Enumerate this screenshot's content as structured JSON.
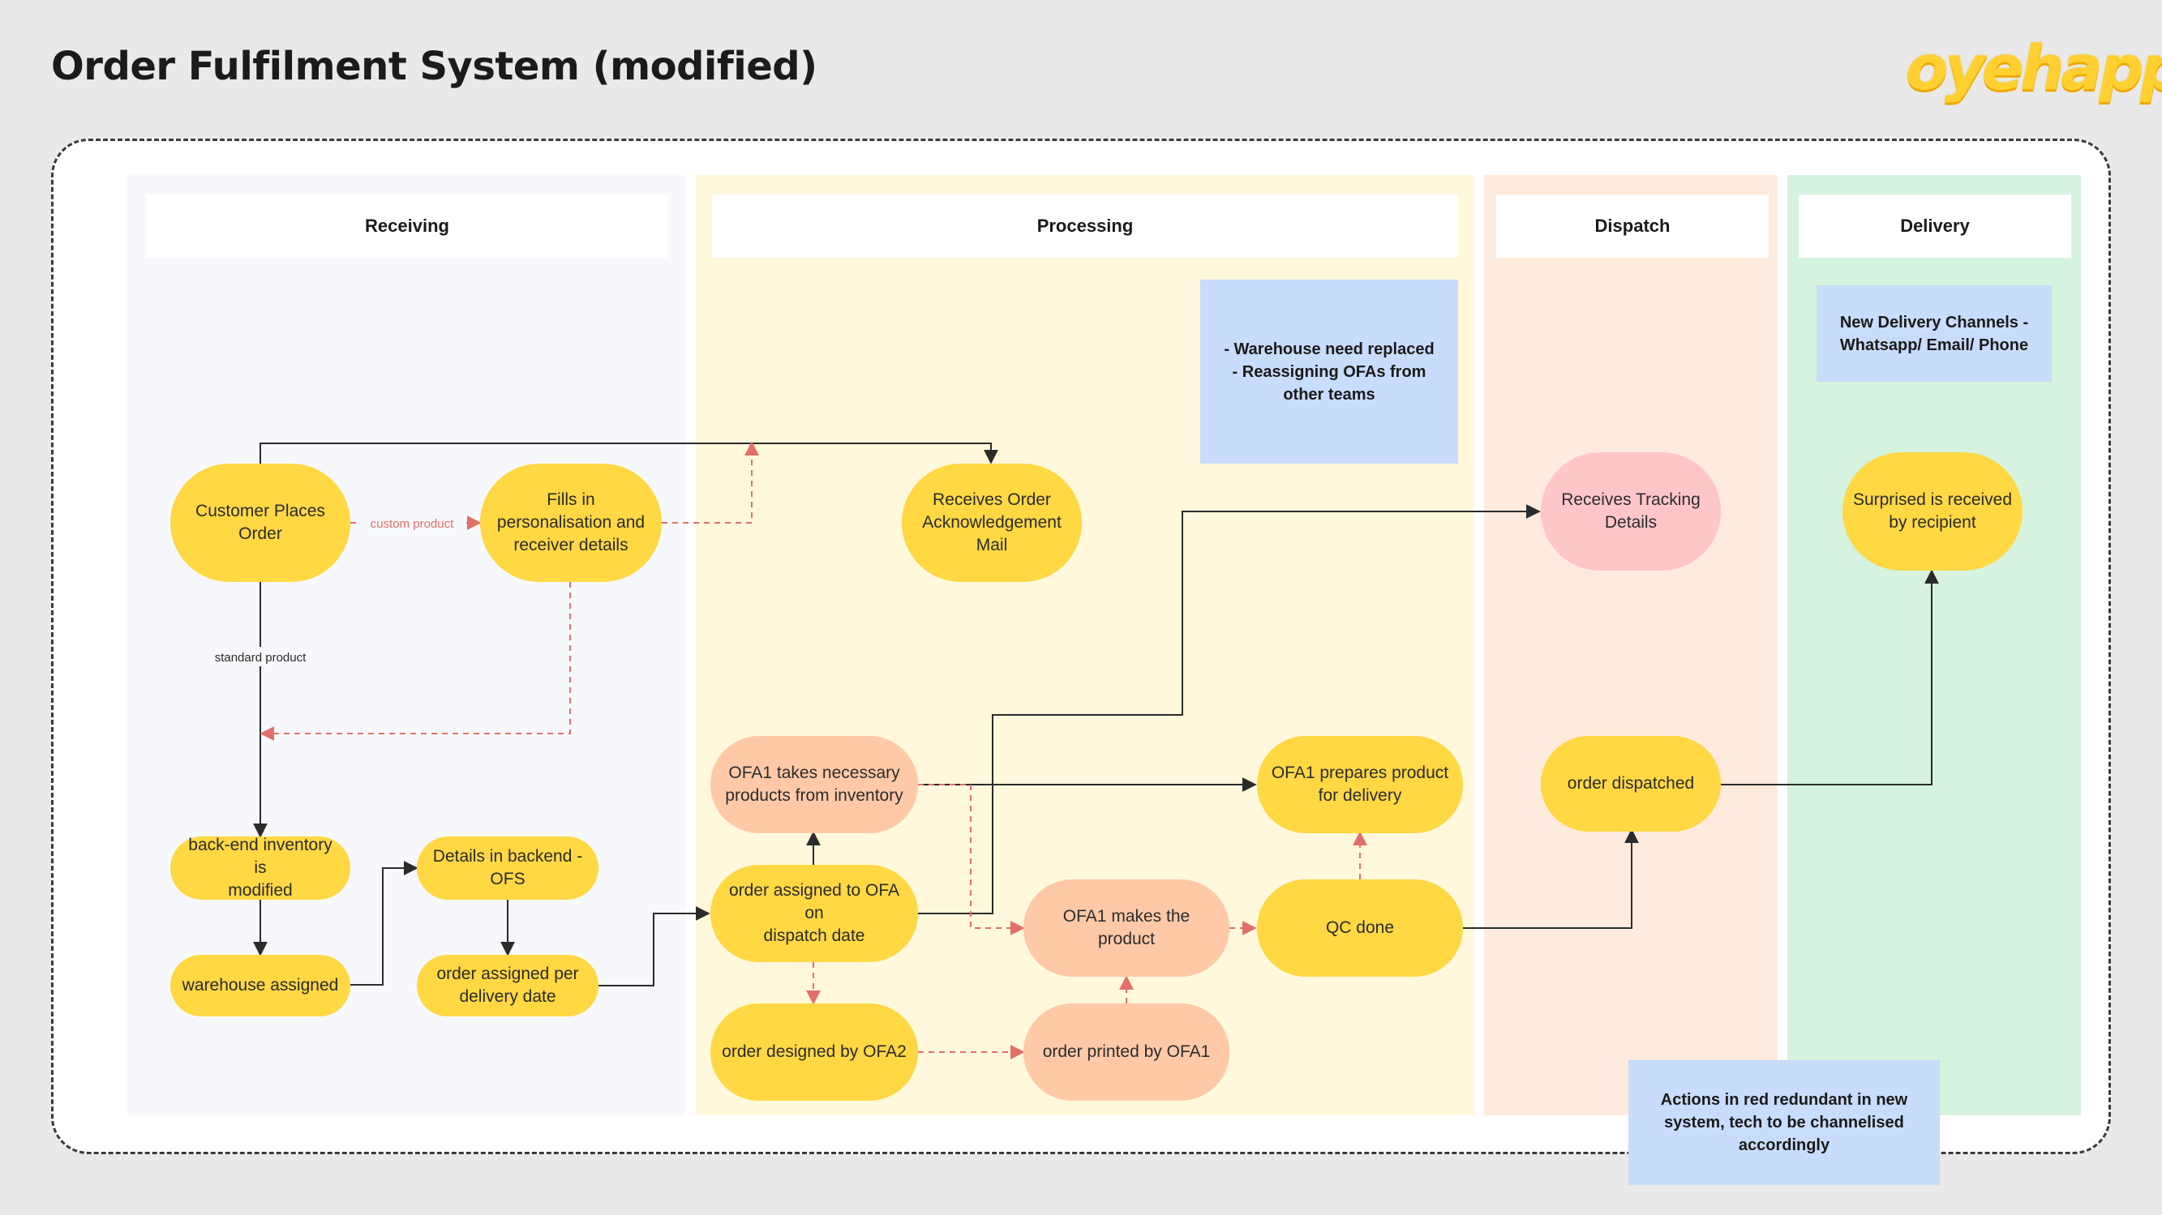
{
  "title": "Order Fulfilment System (modified)",
  "logo_text": "oyehappy",
  "colors": {
    "lane_receiving": "#f7f8fb",
    "lane_processing": "#fff8dc",
    "lane_dispatch": "#ffebdd",
    "lane_delivery": "#d6f3df",
    "node_yellow": "#ffd843",
    "node_salmon": "#ffc9a8",
    "node_pink": "#ffc6ca",
    "note_blue": "#c8dcfb",
    "arrow_solid": "#2b2b2b",
    "arrow_redundant": "#e2706a"
  },
  "lanes": [
    {
      "id": "receiving",
      "label": "Receiving"
    },
    {
      "id": "processing",
      "label": "Processing"
    },
    {
      "id": "dispatch",
      "label": "Dispatch"
    },
    {
      "id": "delivery",
      "label": "Delivery"
    }
  ],
  "nodes": {
    "customer_places_order": "Customer Places\nOrder",
    "fills_in_details": "Fills in\npersonalisation and\nreceiver details",
    "backend_inventory_modified": "back-end inventory is\nmodified",
    "warehouse_assigned": "warehouse assigned",
    "details_in_backend": "Details in backend -\nOFS",
    "order_assigned_per_date": "order assigned per\ndelivery date",
    "receives_ack_mail": "Receives Order\nAcknowledgement\nMail",
    "ofa1_takes_products": "OFA1 takes necessary\nproducts from inventory",
    "order_assigned_to_ofa": "order assigned to OFA on\ndispatch date",
    "order_designed_ofa2": "order designed by OFA2",
    "ofa1_makes_product": "OFA1 makes the product",
    "order_printed_ofa1": "order printed by OFA1",
    "ofa1_prepares_delivery": "OFA1 prepares product\nfor delivery",
    "qc_done": "QC done",
    "receives_tracking": "Receives Tracking\nDetails",
    "order_dispatched": "order dispatched",
    "surprised_received": "Surprised is received\nby recipient"
  },
  "notes": {
    "warehouse": "- Warehouse need replaced\n- Reassigning OFAs from\nother teams",
    "delivery_channels": "New Delivery Channels -\nWhatsapp/ Email/ Phone",
    "actions_red": "Actions in red redundant in new\nsystem, tech to be channelised\naccordingly"
  },
  "edge_labels": {
    "custom_product": "custom product",
    "standard_product": "standard product"
  }
}
